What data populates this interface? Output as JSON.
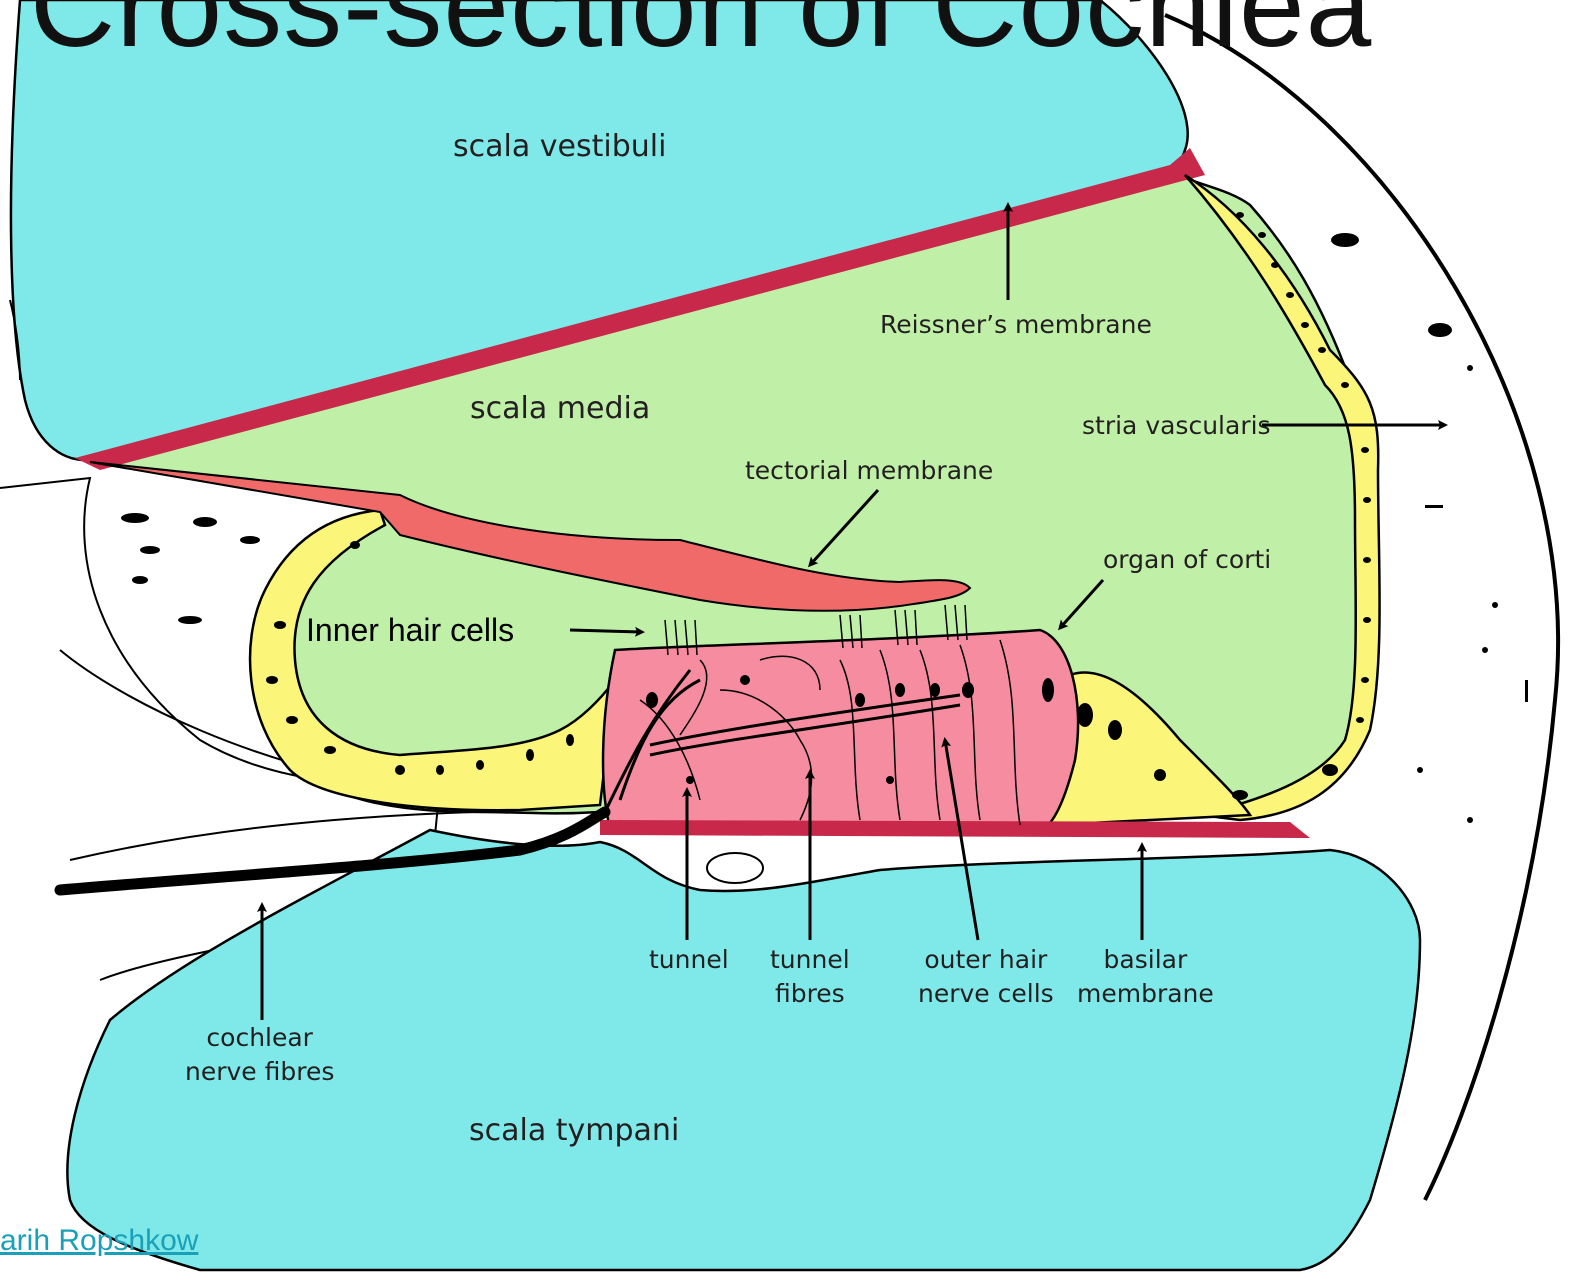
{
  "title": "Cross-section of Cochlea",
  "credit": "arih Ropshkow",
  "labels": {
    "scala_vestibuli": "scala vestibuli",
    "scala_media": "scala media",
    "scala_tympani": "scala tympani",
    "reissners_membrane": "Reissner’s membrane",
    "stria_vascularis": "stria vascularis",
    "tectorial_membrane": "tectorial membrane",
    "organ_of_corti": "organ of corti",
    "inner_hair_cells": "Inner hair cells",
    "tunnel": "tunnel",
    "tunnel_fibres": [
      "tunnel",
      "fibres"
    ],
    "outer_hair_nerve_cells": [
      "outer hair",
      "nerve cells"
    ],
    "basilar_membrane": [
      "basilar",
      "membrane"
    ],
    "cochlear_nerve_fibres": [
      "cochlear",
      "nerve fibres"
    ]
  },
  "colors": {
    "scala_fluid": "#7fe9e9",
    "scala_media": "#c0f0a8",
    "membrane_dark": "#c8284a",
    "tectorial": "#f06a6a",
    "organ_corti": "#f58ca0",
    "epithelium": "#fbf57a",
    "credit_link": "#1aa0b8"
  }
}
